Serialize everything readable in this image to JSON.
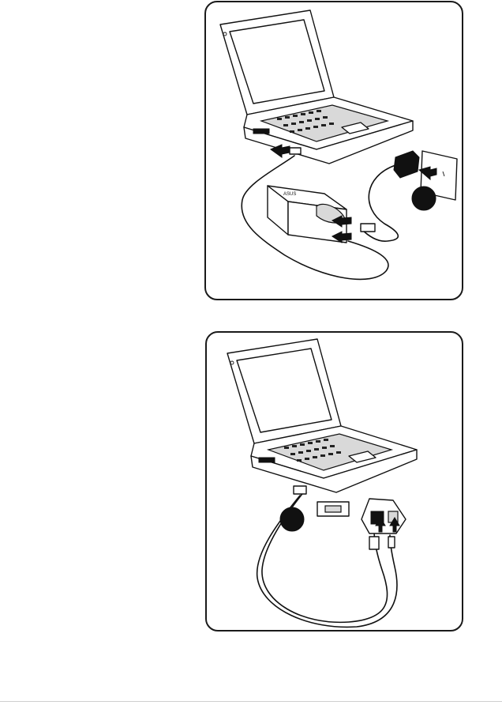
{
  "figures": [
    {
      "id": "top",
      "brand_text": "ASUS"
    },
    {
      "id": "bottom"
    }
  ],
  "colors": {
    "line": "#111111",
    "panel_border": "#1a1a1a",
    "fill_gray": "#d9d9d9",
    "background": "#ffffff"
  }
}
